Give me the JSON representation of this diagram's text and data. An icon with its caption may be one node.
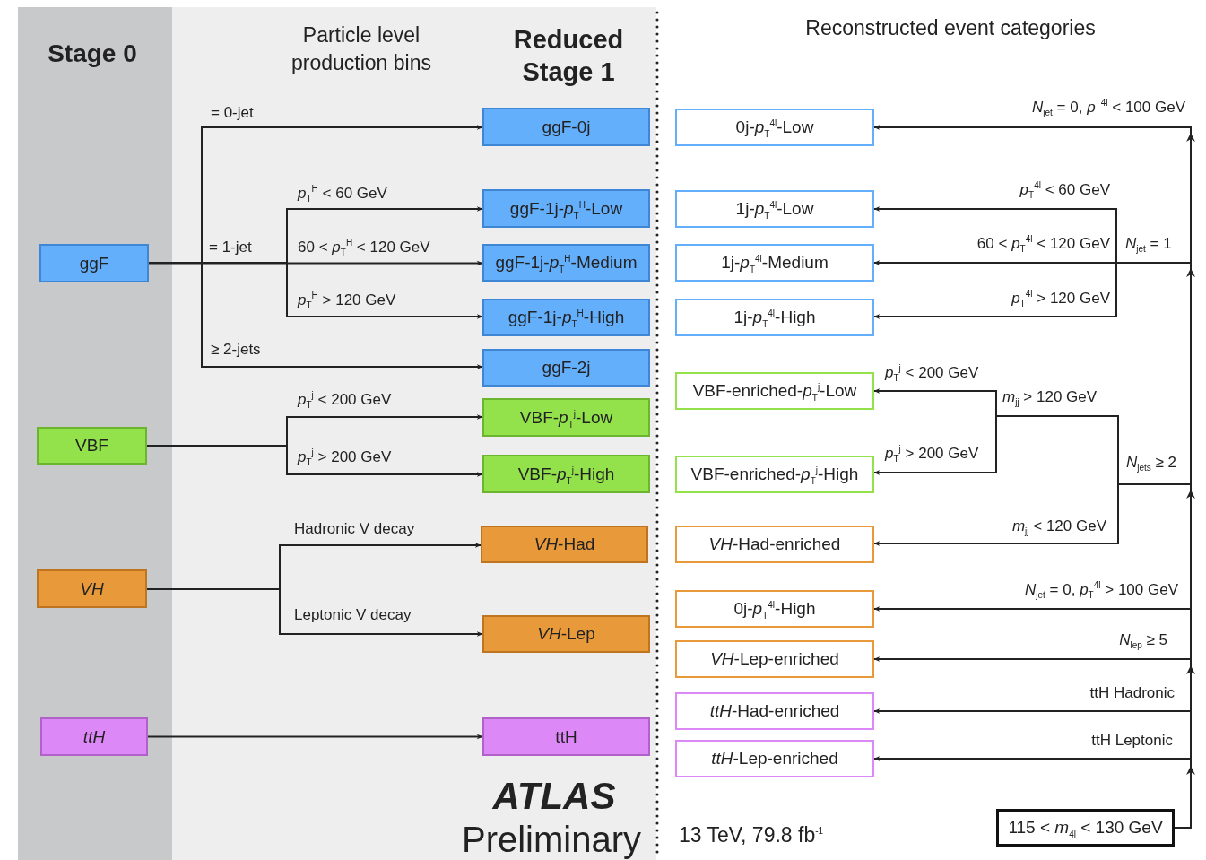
{
  "diagram": {
    "nodes": [
      {
        "text": [
          "ggF"
        ]
      },
      {
        "text": [
          "VBF"
        ]
      },
      {
        "text": [
          "VH"
        ]
      },
      {
        "text": [
          "ttH"
        ]
      },
      {
        "text": [
          "ggF-0j"
        ]
      },
      {
        "text": [
          "ggF-1j-*p*$_{T}$$^{H}$-Low"
        ]
      },
      {
        "text": [
          "ggF-1j-*p*$_{T}$$^{H}$-Medium"
        ]
      },
      {
        "text": [
          "ggF-1j-*p*$_{T}$$^{H}$-High"
        ]
      },
      {
        "text": [
          "ggF-2j"
        ]
      },
      {
        "text": [
          "VBF-*p*$_{T}$$^{j}$-Low"
        ]
      },
      {
        "text": [
          "VBF-*p*$_{T}$$^{j}$-High"
        ]
      },
      {
        "text": [
          "*VH*-Had"
        ]
      },
      {
        "text": [
          "*VH*-Lep"
        ]
      },
      {
        "text": [
          "ttH"
        ]
      },
      {
        "text": [
          "0j-*p*$_{T}$$^{4l}$-Low"
        ]
      },
      {
        "text": [
          "1j-*p*$_{T}$$^{4l}$-Low"
        ]
      },
      {
        "text": [
          "1j-*p*$_{T}$$^{4l}$-Medium"
        ]
      },
      {
        "text": [
          "1j-*p*$_{T}$$^{4l}$-High"
        ]
      },
      {
        "text": [
          "VBF-enriched-*p*$_{T}$$^{j}$-Low"
        ]
      },
      {
        "text": [
          "VBF-enriched-*p*$_{T}$$^{j}$-High"
        ]
      },
      {
        "text": [
          "*VH*-Had-enriched"
        ]
      },
      {
        "text": [
          "0j-*p*$_{T}$$^{4l}$-High"
        ]
      },
      {
        "text": [
          "*VH*-Lep-enriched"
        ]
      },
      {
        "text": [
          "*ttH*-Had-enriched"
        ]
      },
      {
        "text": [
          "*ttH*-Lep-enriched"
        ]
      },
      {
        "text": [
          "115 < *m*$_{4l}$ < 130 GeV"
        ]
      }
    ],
    "edges": [
      {
        "from": 0,
        "to": 4,
        "arrow": "to",
        "label": "= 0-jet"
      },
      {
        "from": 0,
        "to": 5,
        "arrow": "to",
        "label": "*p*$_{T}$$^{H}$ < 60 GeV"
      },
      {
        "from": 0,
        "to": 6,
        "arrow": "to",
        "label": "60 < *p*$_{T}$$^{H}$ < 120 GeV"
      },
      {
        "from": 0,
        "to": 7,
        "arrow": "to",
        "label": "*p*$_{T}$$^{H}$ > 120 GeV"
      },
      {
        "from": 0,
        "to": 8,
        "arrow": "to",
        "label": "≥ 2-jets"
      },
      {
        "from": 1,
        "to": 9,
        "arrow": "to",
        "label": "*p*$_{T}$$^{j}$ < 200 GeV"
      },
      {
        "from": 1,
        "to": 10,
        "arrow": "to",
        "label": "*p*$_{T}$$^{j}$ > 200 GeV"
      },
      {
        "from": 2,
        "to": 11,
        "arrow": "to",
        "label": "Hadronic V decay"
      },
      {
        "from": 2,
        "to": 12,
        "arrow": "to",
        "label": "Leptonic V decay"
      },
      {
        "from": 3,
        "to": 13,
        "arrow": "to"
      },
      {
        "from": 25,
        "to": 14,
        "arrow": "to",
        "label": "*N*$_{jet}$ = 0, *p*$_{T}$$^{4l}$ < 100 GeV"
      },
      {
        "from": 25,
        "to": 15,
        "arrow": "to",
        "label": "*p*$_{T}$$^{4l}$ < 60 GeV"
      },
      {
        "from": 25,
        "to": 16,
        "arrow": "to",
        "label": "60 < *p*$_{T}$$^{4l}$ < 120 GeV"
      },
      {
        "from": 25,
        "to": 17,
        "arrow": "to",
        "label": "*p*$_{T}$$^{4l}$ > 120 GeV"
      },
      {
        "from": 25,
        "to": 18,
        "arrow": "to",
        "label": "*p*$_{T}$$^{j}$ < 200 GeV"
      },
      {
        "from": 25,
        "to": 19,
        "arrow": "to",
        "label": "*p*$_{T}$$^{j}$ > 200 GeV"
      },
      {
        "from": 25,
        "to": 20,
        "arrow": "to",
        "label": "*m*$_{jj}$ < 120 GeV"
      },
      {
        "from": 25,
        "to": 21,
        "arrow": "to",
        "label": "*N*$_{jet}$ = 0, *p*$_{T}$$^{4l}$ > 100 GeV"
      },
      {
        "from": 25,
        "to": 22,
        "arrow": "to",
        "label": "*N*$_{lep}$ ≥ 5"
      },
      {
        "from": 25,
        "to": 23,
        "arrow": "to",
        "label": "ttH Hadronic"
      },
      {
        "from": 25,
        "to": 24,
        "arrow": "to",
        "label": "ttH Leptonic"
      }
    ],
    "labels": [
      "Stage 0",
      "Particle level production bins",
      "Reduced Stage 1",
      "Reconstructed event categories",
      "= 1-jet",
      "*N*$_{jet}$ = 1",
      "*m*$_{jj}$ > 120 GeV",
      "*N*$_{jets}$ ≥ 2",
      "ATLAS",
      "Preliminary",
      "13 TeV, 79.8 fb$^{-1}$"
    ]
  }
}
